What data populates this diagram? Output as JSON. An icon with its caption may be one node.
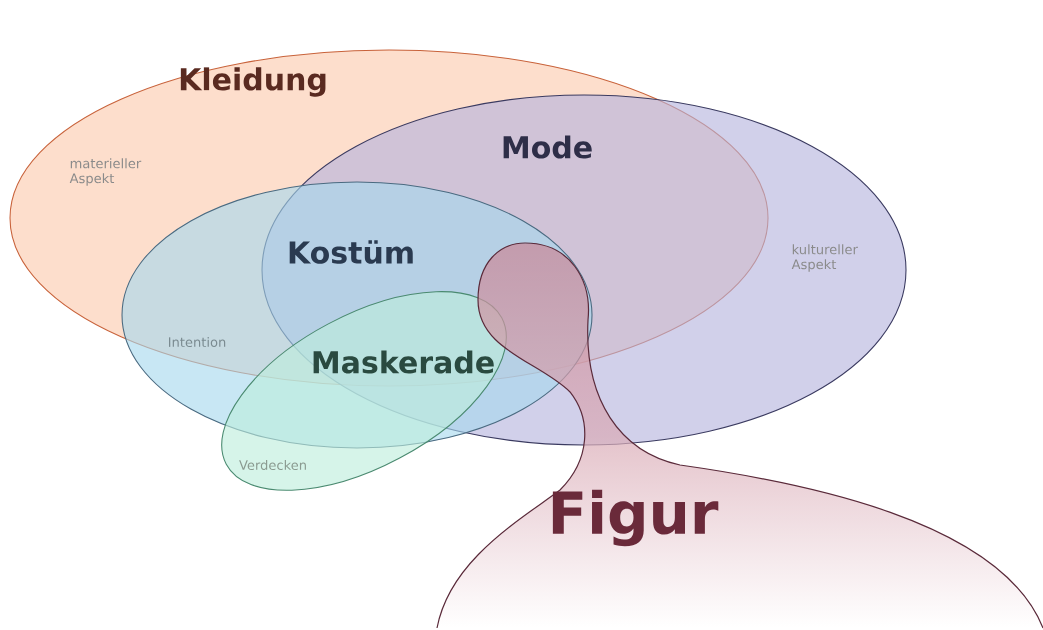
{
  "diagram": {
    "nodes": [
      {
        "text": [
          "Kleidung",
          "materieller Aspekt"
        ]
      },
      {
        "text": [
          "Mode",
          "kultureller Aspekt"
        ]
      },
      {
        "text": [
          "Kostüm",
          "Intention"
        ]
      },
      {
        "text": [
          "Maskerade",
          "Verdecken"
        ]
      },
      {
        "text": [
          "Figur"
        ]
      }
    ]
  }
}
